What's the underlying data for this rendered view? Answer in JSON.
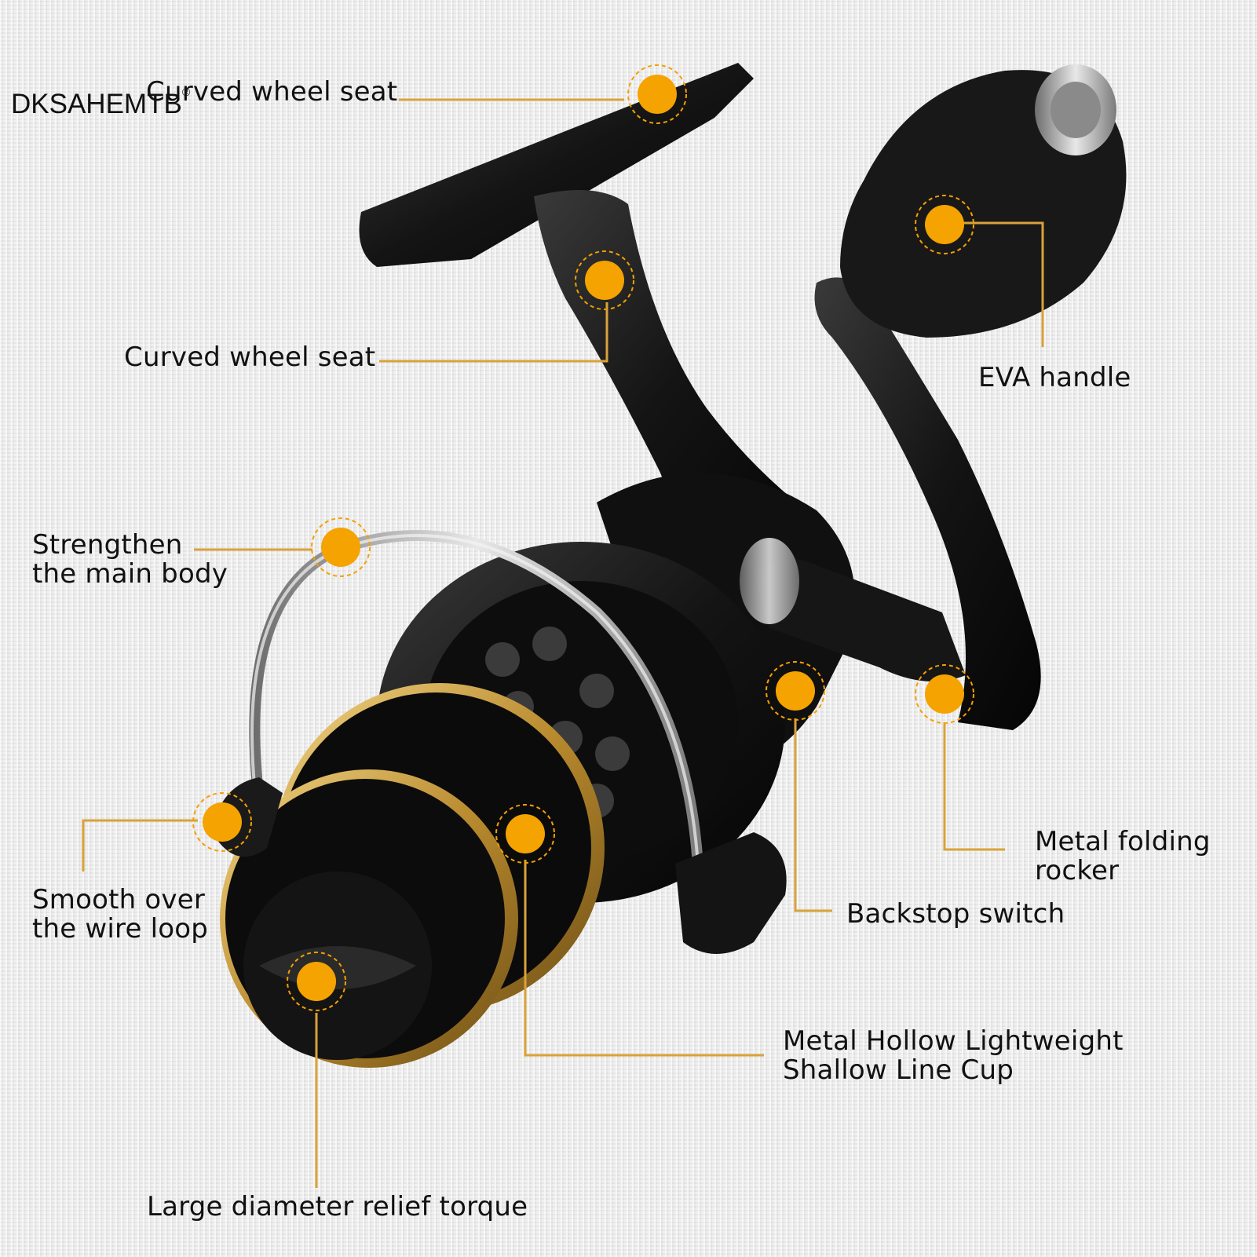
{
  "brand": {
    "name": "DKSAHEMTB",
    "mark": "®"
  },
  "callouts": {
    "top_seat": "Curved wheel seat",
    "mid_seat": "Curved wheel seat",
    "eva_handle": "EVA handle",
    "strengthen": "Strengthen\nthe main body",
    "wire_loop": "Smooth over\nthe wire loop",
    "folding_rocker": "Metal folding\nrocker",
    "backstop": "Backstop switch",
    "line_cup": "Metal Hollow Lightweight\nShallow Line Cup",
    "relief_torque": "Large diameter relief torque"
  },
  "image": {
    "subject": "black spinning fishing reel",
    "colors": {
      "callout_dot": "#f5a300",
      "callout_line": "#d9a23a",
      "reel_body": "#121212",
      "trim": "#c9a04a"
    }
  }
}
